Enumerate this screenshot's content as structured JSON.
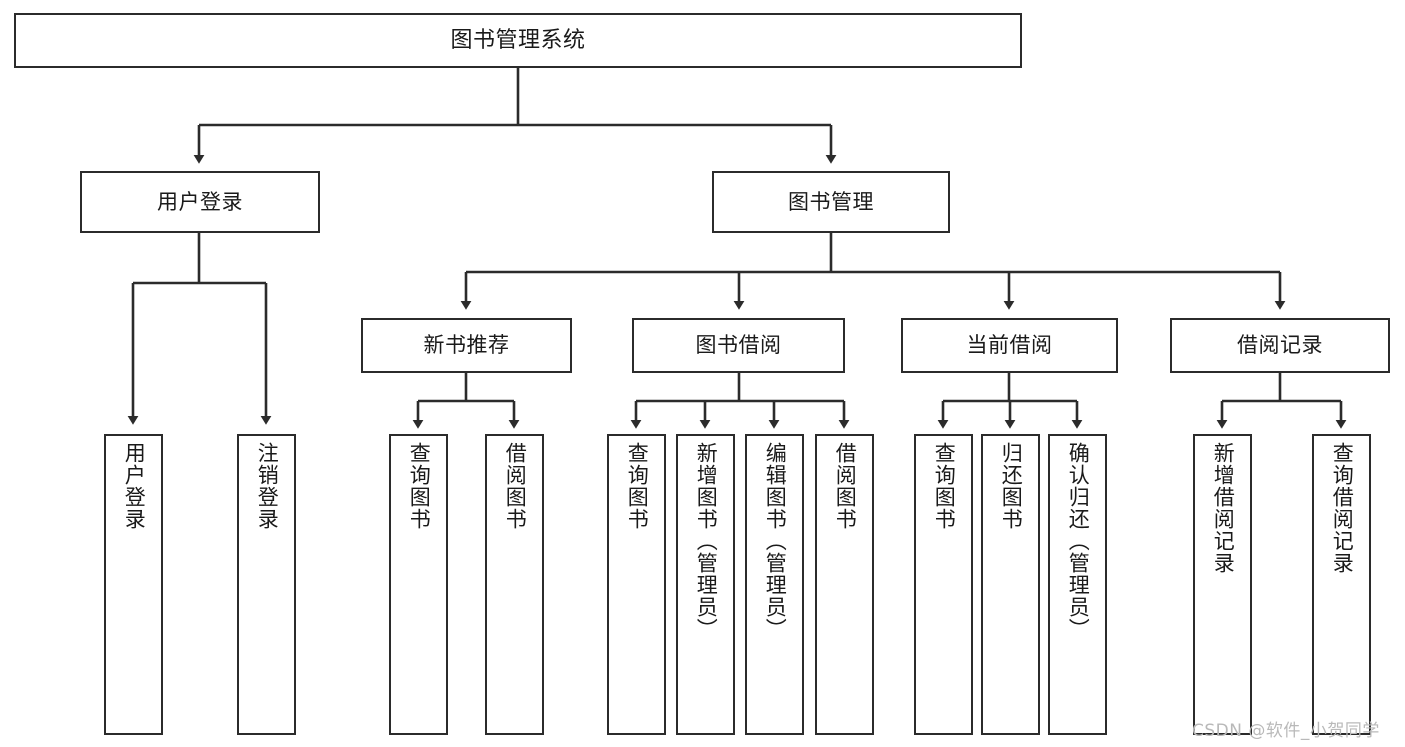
{
  "diagram": {
    "type": "tree",
    "title": "图书管理系统",
    "colors": {
      "box_border": "#2b2b2b",
      "box_fill": "#ffffff",
      "connector": "#2b2b2b",
      "text": "#1a1a1a",
      "watermark": "#b9b9b9",
      "background": "#ffffff"
    },
    "nodes": {
      "root": {
        "label": "图书管理系统"
      },
      "level2": [
        {
          "id": "user_login",
          "label": "用户登录"
        },
        {
          "id": "book_manage",
          "label": "图书管理"
        }
      ],
      "level3": [
        {
          "id": "new_book_rec",
          "label": "新书推荐"
        },
        {
          "id": "book_borrow",
          "label": "图书借阅"
        },
        {
          "id": "current_borrow",
          "label": "当前借阅"
        },
        {
          "id": "borrow_record",
          "label": "借阅记录"
        }
      ],
      "leaves": {
        "user_login": [
          {
            "id": "leaf_user_login",
            "label": "用户登录"
          },
          {
            "id": "leaf_user_logout",
            "label": "注销登录"
          }
        ],
        "new_book_rec": [
          {
            "id": "leaf_query_book_1",
            "label": "查询图书"
          },
          {
            "id": "leaf_borrow_book_1",
            "label": "借阅图书"
          }
        ],
        "book_borrow": [
          {
            "id": "leaf_query_book_2",
            "label": "查询图书"
          },
          {
            "id": "leaf_add_book",
            "label": "新增图书（管理员）"
          },
          {
            "id": "leaf_edit_book",
            "label": "编辑图书（管理员）"
          },
          {
            "id": "leaf_borrow_book_2",
            "label": "借阅图书"
          }
        ],
        "current_borrow": [
          {
            "id": "leaf_query_book_3",
            "label": "查询图书"
          },
          {
            "id": "leaf_return_book",
            "label": "归还图书"
          },
          {
            "id": "leaf_confirm_return",
            "label": "确认归还（管理员）"
          }
        ],
        "borrow_record": [
          {
            "id": "leaf_add_record",
            "label": "新增借阅记录"
          },
          {
            "id": "leaf_query_record",
            "label": "查询借阅记录"
          }
        ]
      }
    },
    "watermark": "CSDN @软件_小贺同学"
  }
}
